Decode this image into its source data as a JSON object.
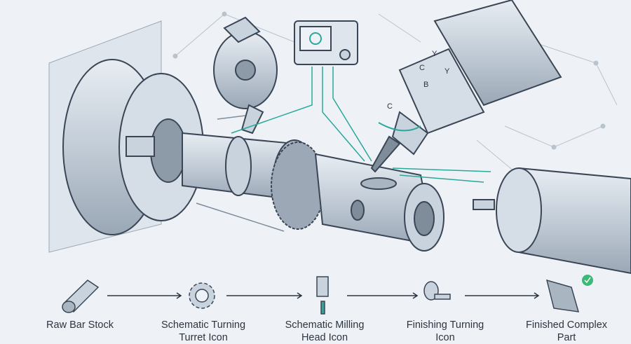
{
  "head_axes": {
    "y_up": "Y",
    "c": "C",
    "y_side": "Y",
    "b": "B"
  },
  "spindle_axis": "C",
  "process_steps": [
    {
      "label_line1": "Raw Bar Stock",
      "label_line2": ""
    },
    {
      "label_line1": "Schematic Turning",
      "label_line2": "Turret Icon"
    },
    {
      "label_line1": "Schematic Milling",
      "label_line2": "Head Icon"
    },
    {
      "label_line1": "Finishing Turning",
      "label_line2": "Icon"
    },
    {
      "label_line1": "Finished Complex",
      "label_line2": "Part"
    }
  ],
  "colors": {
    "accent": "#2aa89a",
    "metal": "#c9d3de",
    "outline": "#3a4656",
    "check": "#3cb878",
    "background": "#eef2f6"
  }
}
